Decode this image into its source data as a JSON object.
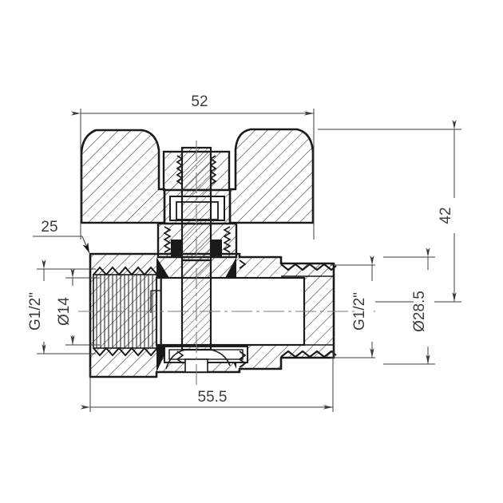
{
  "drawing": {
    "type": "technical-engineering-drawing",
    "subject": "butterfly-handle ball valve, sectional view",
    "background_color": "#ffffff",
    "line_color": "#1a1a1a",
    "dimension_color": "#3c3c3c",
    "hatch_color": "#2b2b2b"
  },
  "dimensions": {
    "handle_width": {
      "label": "52",
      "orientation": "horizontal",
      "position": "top",
      "unit": "mm"
    },
    "handle_height": {
      "label": "42",
      "orientation": "vertical",
      "position": "right-outer",
      "unit": "mm"
    },
    "nut_width": {
      "label": "25",
      "orientation": "leader",
      "position": "left-upper",
      "unit": "mm"
    },
    "inlet_thread": {
      "label": "G1/2\"",
      "orientation": "vertical",
      "position": "left-outer",
      "unit": "inch-BSP"
    },
    "inlet_bore": {
      "label": "Ø14",
      "orientation": "vertical",
      "position": "left-inner",
      "unit": "mm"
    },
    "outlet_thread": {
      "label": "G1/2\"",
      "orientation": "vertical",
      "position": "right-inner",
      "unit": "inch-BSP"
    },
    "outlet_outer_diameter": {
      "label": "Ø28.5",
      "orientation": "vertical",
      "position": "right-middle",
      "unit": "mm"
    },
    "overall_length": {
      "label": "55.5",
      "orientation": "horizontal",
      "position": "bottom",
      "unit": "mm"
    }
  }
}
